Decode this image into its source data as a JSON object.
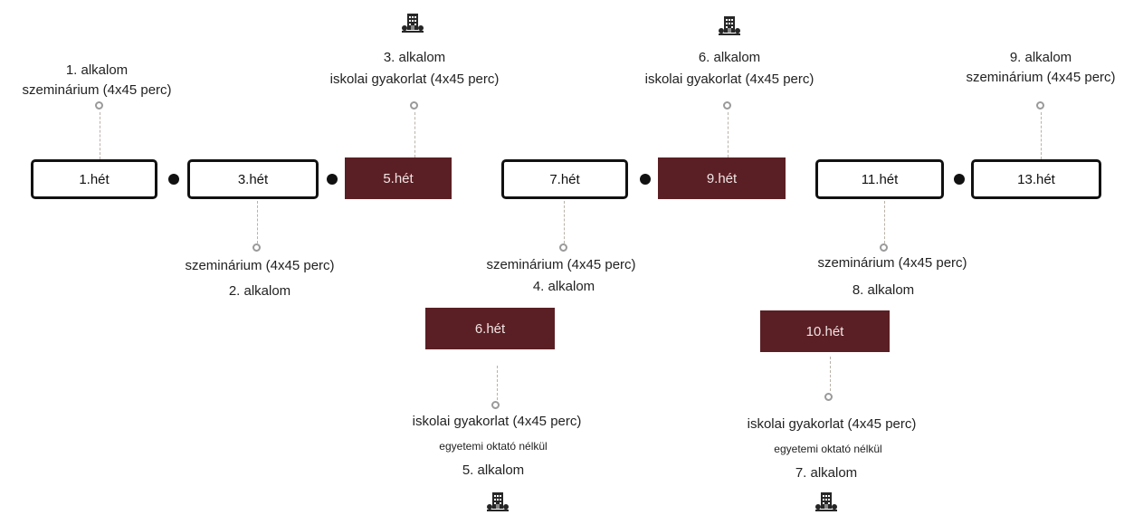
{
  "weeks": {
    "w1": "1.hét",
    "w3": "3.hét",
    "w5": "5.hét",
    "w7": "7.hét",
    "w9": "9.hét",
    "w11": "11.hét",
    "w13": "13.hét",
    "w6": "6.hét",
    "w10": "10.hét"
  },
  "sessions": {
    "s1": {
      "number": "1. alkalom",
      "type": "szeminárium (4x45 perc)"
    },
    "s2": {
      "number": "2. alkalom",
      "type": "szeminárium (4x45 perc)"
    },
    "s3": {
      "number": "3. alkalom",
      "type": "iskolai gyakorlat (4x45 perc)"
    },
    "s4": {
      "number": "4. alkalom",
      "type": "szeminárium (4x45 perc)"
    },
    "s5": {
      "number": "5. alkalom",
      "type": "iskolai gyakorlat (4x45 perc)",
      "note": "egyetemi oktató nélkül"
    },
    "s6": {
      "number": "6. alkalom",
      "type": "iskolai gyakorlat (4x45 perc)"
    },
    "s7": {
      "number": "7. alkalom",
      "type": "iskolai gyakorlat (4x45 perc)",
      "note": "egyetemi oktató nélkül"
    },
    "s8": {
      "number": "8. alkalom",
      "type": "szeminárium (4x45 perc)"
    },
    "s9": {
      "number": "9. alkalom",
      "type": "szeminárium (4x45 perc)"
    }
  },
  "colors": {
    "dark_box": "#5a1f24",
    "white_box_border": "#111111",
    "connector": "#b9b2a8",
    "pin": "#9a9a9a"
  },
  "icons": {
    "school": "school-building-icon",
    "separator": "separator-dot"
  }
}
